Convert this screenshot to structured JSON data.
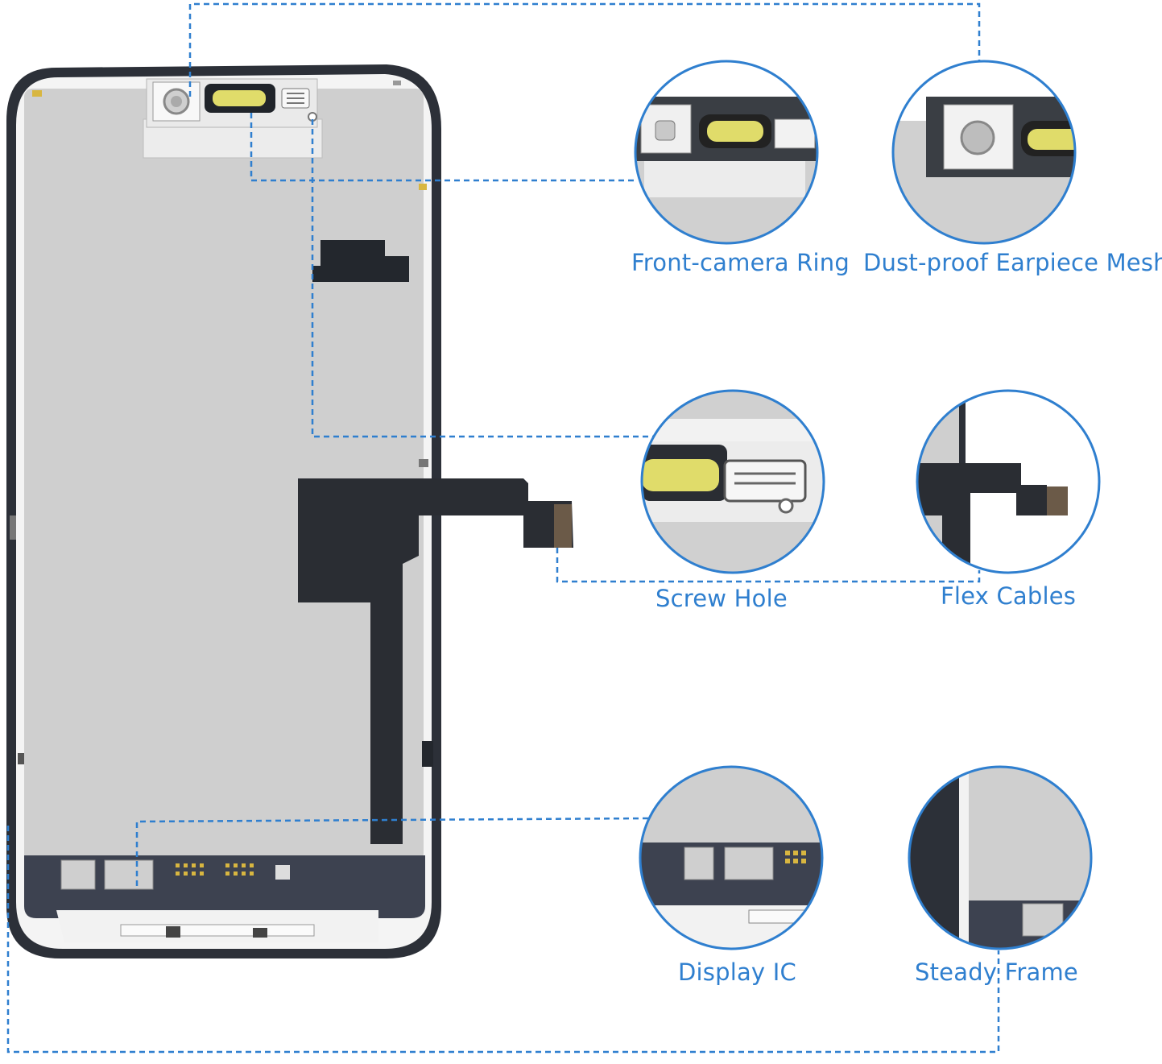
{
  "callouts": [
    {
      "id": "front-camera-ring",
      "label": "Front-camera Ring"
    },
    {
      "id": "dust-proof-earpiece-mesh",
      "label": "Dust-proof Earpiece Mesh"
    },
    {
      "id": "screw-hole",
      "label": "Screw Hole"
    },
    {
      "id": "flex-cables",
      "label": "Flex Cables"
    },
    {
      "id": "display-ic",
      "label": "Display IC"
    },
    {
      "id": "steady-frame",
      "label": "Steady Frame"
    }
  ],
  "colors": {
    "leader_line": "#2f7fcf",
    "label_text": "#2f7fcf",
    "frame_dark": "#2c3038",
    "panel": "#d0d0d0",
    "flex_cable": "#2a2d33",
    "ic_board": "#3d4250",
    "connector_gold": "#d8b640",
    "mesh_yellow": "#e0dc6a"
  }
}
